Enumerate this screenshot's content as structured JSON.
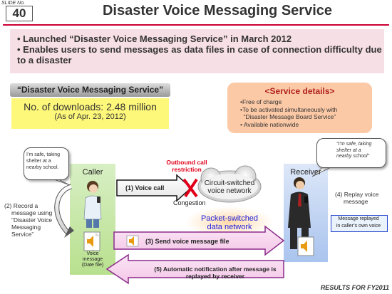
{
  "slide": {
    "label": "SLIDE No.",
    "number": "40"
  },
  "title": "Disaster Voice Messaging Service",
  "intro": {
    "bullets": [
      "Launched “Disaster Voice Messaging Service” in March 2012",
      "Enables users to send messages as data files in case of connection difficulty due to a disaster"
    ]
  },
  "service_name": "“Disaster Voice Messaging Service”",
  "downloads": {
    "main": "No. of downloads: 2.48 million",
    "date": "(As of Apr. 23, 2012)"
  },
  "details": {
    "title": "<Service details>",
    "items": [
      "•Free of charge",
      "•To be activated simultaneously with",
      "  “Disaster Message Board Service”",
      "• Available nationwide"
    ]
  },
  "diagram": {
    "caller_label": "Caller",
    "receiver_label": "Receiver",
    "caller_bubble": [
      "I’m safe, taking",
      "shelter at a",
      "nearby school."
    ],
    "receiver_bubble": [
      "“I’m safe, taking",
      "shelter at a",
      "nearby school”"
    ],
    "outbound": [
      "Outbound call",
      "restriction"
    ],
    "congestion": "Congestion",
    "circuit_network": [
      "Circuit-switched",
      "voice network"
    ],
    "packet_network": [
      "Packet-switched",
      "data network"
    ],
    "step1": "(1) Voice call",
    "step2": [
      "(2) Record a",
      "message using",
      "“Disaster Voice",
      "Messaging",
      "Service”"
    ],
    "step3": "(3) Send voice message file",
    "step4": [
      "(4) Replay voice",
      "message"
    ],
    "step5": [
      "(5) Automatic notification after message is",
      "replayed by receiver"
    ],
    "replayed": [
      "Message replayed",
      "in caller’s own voice"
    ],
    "voice_message": [
      "Voice",
      "message",
      "(Date file)"
    ]
  },
  "footer": "RESULTS FOR FY2011",
  "colors": {
    "title_rule": "#cc0033",
    "intro_bg": "#f7dfe6",
    "downloads_bg": "#fdf77a",
    "details_bg": "#fbc9a6",
    "packet_text": "#2222dd",
    "restriction_red": "#e0001a"
  }
}
